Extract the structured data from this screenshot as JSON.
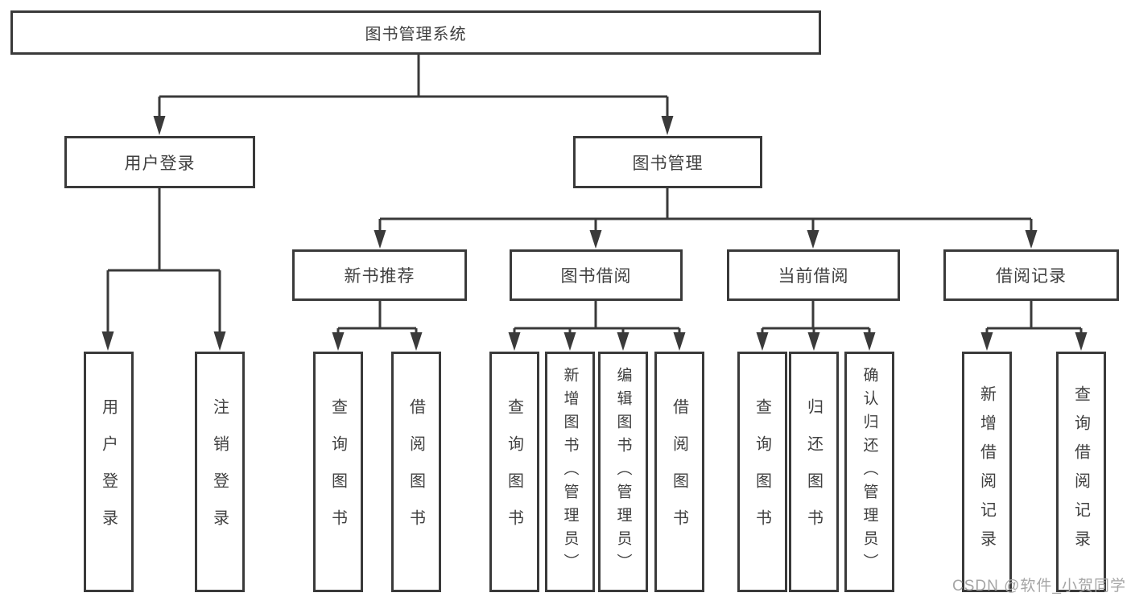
{
  "diagram": {
    "title": "图书管理系统",
    "root": {
      "label": "图书管理系统"
    },
    "level2": [
      {
        "label": "用户登录"
      },
      {
        "label": "图书管理"
      }
    ],
    "level3": [
      {
        "label": "新书推荐"
      },
      {
        "label": "图书借阅"
      },
      {
        "label": "当前借阅"
      },
      {
        "label": "借阅记录"
      }
    ],
    "leaves": {
      "user_login": [
        "用户登录",
        "注销登录"
      ],
      "new_book": [
        "查询图书",
        "借阅图书"
      ],
      "book_borrow": [
        "查询图书",
        "新增图书（管理员）",
        "编辑图书（管理员）",
        "借阅图书"
      ],
      "current_borrow": [
        "查询图书",
        "归还图书",
        "确认归还（管理员）"
      ],
      "borrow_record": [
        "新增借阅记录",
        "查询借阅记录"
      ]
    }
  },
  "watermark": {
    "text": "CSDN @软件_小贺同学"
  },
  "colors": {
    "line": "#3a3a3a",
    "text": "#404040",
    "watermark": "#a6a6a6",
    "background": "#ffffff"
  }
}
